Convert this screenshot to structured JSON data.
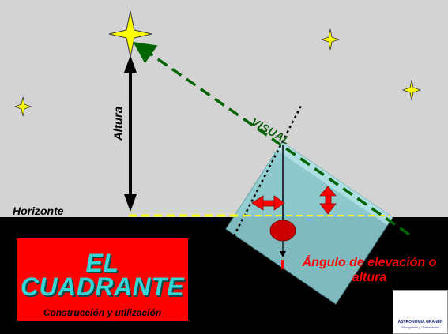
{
  "labels": {
    "horizonte": "Horizonte",
    "altura": "Altura",
    "visual": "VISUAL",
    "angulo": "Ángulo de elevación o altura"
  },
  "title": {
    "line1": "EL",
    "line2": "CUADRANTE",
    "subtitle": "Construcción y utilización"
  },
  "logo": {
    "name": "ASTRONOMIA GRANEN",
    "subtitle": "Divulgación y Observación"
  },
  "colors": {
    "sky": "#d3d3d3",
    "ground": "#000000",
    "star": "#ffff00",
    "sight_line": "#006400",
    "horizon_line": "#ffff00",
    "quadrant": "#8ecfd4",
    "title_bg": "#ff0000",
    "title_text": "#35d6d6",
    "plumb_bob": "#cc0000",
    "arrow": "#ff0000"
  }
}
